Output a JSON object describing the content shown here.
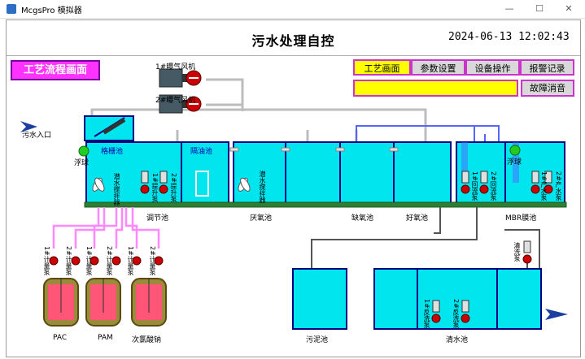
{
  "window": {
    "title": "McgsPro 模拟器",
    "minimize": "—",
    "maximize": "☐",
    "close": "✕"
  },
  "header": {
    "title": "污水处理自控",
    "datetime": "2024-06-13 12:02:43"
  },
  "screen_label": "工艺流程画面",
  "nav": {
    "process": "工艺画面",
    "params": "参数设置",
    "equipment": "设备操作",
    "alarm": "报警记录",
    "mute": "故障消音"
  },
  "equipment": {
    "blower1": "1#曝气风机",
    "blower2": "2#曝气风机",
    "inlet": "污水入口",
    "float1": "浮球",
    "float2": "浮球",
    "grille": "格栅池",
    "partition": "隔油池",
    "mixer1": "潜水搅拌器",
    "lift1": "1#提升泵",
    "lift2": "2#提升泵",
    "mixer2": "潜水搅拌器",
    "return1": "1#回流泵",
    "return2": "2#回流泵",
    "pump_out1": "1#产水泵",
    "pump_out2": "2#产水泵",
    "meter1": "1#计量泵",
    "meter2": "2#计量泵",
    "meter3": "1#计量泵",
    "meter4": "2#计量泵",
    "meter5": "1#计量泵",
    "meter6": "2#计量泵",
    "clean_pump": "清洗泵",
    "backwash1": "1#反洗泵",
    "backwash2": "2#反洗泵"
  },
  "tanks": {
    "regulate": "调节池",
    "anaerobic": "厌氧池",
    "anoxic": "缺氧池",
    "aerobic": "好氧池",
    "mbr": "MBR膜池",
    "sludge": "污泥池",
    "clear": "清水池",
    "pac": "PAC",
    "pam": "PAM",
    "naclo": "次氯酸钠"
  },
  "colors": {
    "water": "#00e5ee",
    "pipe_gray": "#bdbdbd",
    "pipe_pink": "#ff88ff",
    "tank_border": "#000080",
    "pump_red": "#cc0000",
    "float_green": "#22cc22",
    "brand": "#ff33ff"
  }
}
